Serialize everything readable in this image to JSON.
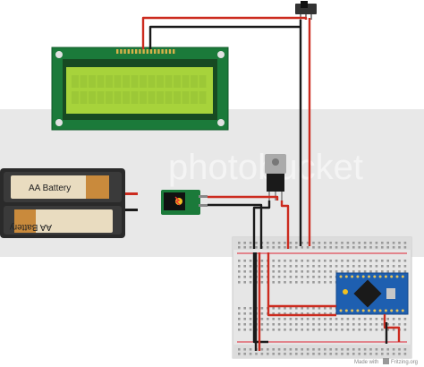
{
  "watermark": {
    "text": "photobucket"
  },
  "battery": {
    "label_top": "AA Battery",
    "label_bottom": "AA Battery"
  },
  "footer": {
    "made_with": "Made with",
    "brand": "Fritzing.org"
  },
  "colors": {
    "wire_red": "#cc2b1f",
    "wire_black": "#1a1a1a",
    "lcd_board": "#1b7a3a",
    "lcd_screen": "#a7d33b",
    "arduino_board": "#1e5fb0",
    "breadboard": "#e9e9e9",
    "battery_body": "#2a2a2a",
    "battery_cell": "#c98a3c"
  },
  "icons": {
    "switch": "slide-switch-icon",
    "regulator": "voltage-regulator-icon",
    "jack": "dc-barrel-jack-icon",
    "mcu": "arduino-pro-mini-icon"
  }
}
